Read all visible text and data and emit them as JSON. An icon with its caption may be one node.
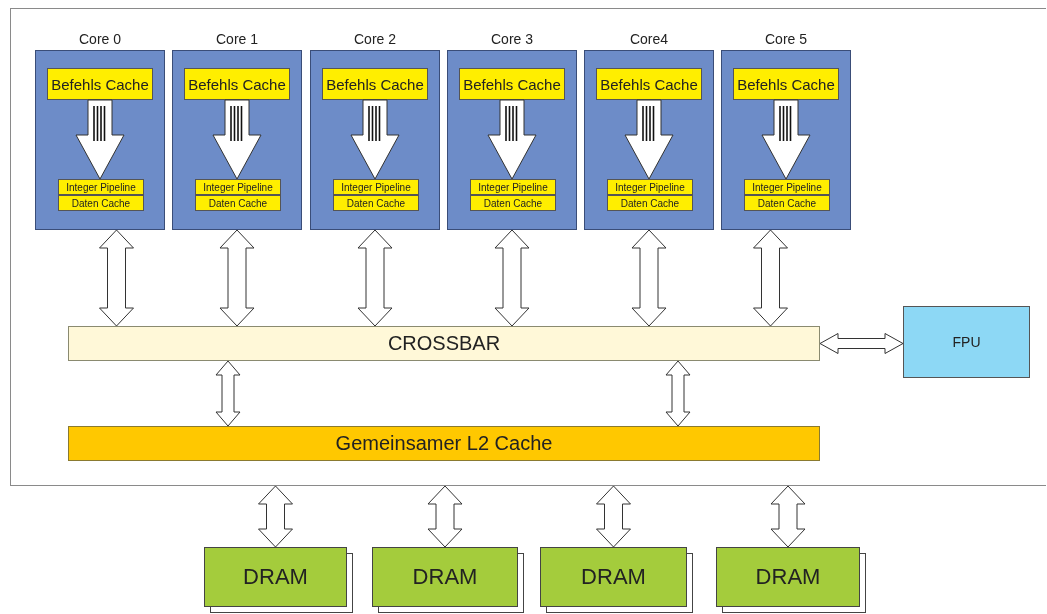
{
  "diagram": {
    "nodes": [
      {
        "text": [],
        "shape": "box"
      },
      {
        "text": [
          "Core 0"
        ],
        "in": 0
      },
      {
        "text": [
          "Befehls Cache"
        ],
        "in": 1
      },
      {
        "text": [
          "Integer Pipeline"
        ],
        "in": 1
      },
      {
        "text": [
          "Daten Cache"
        ],
        "in": 1
      },
      {
        "text": [
          "Core 1"
        ],
        "in": 0
      },
      {
        "text": [
          "Befehls Cache"
        ],
        "in": 5
      },
      {
        "text": [
          "Integer Pipeline"
        ],
        "in": 5
      },
      {
        "text": [
          "Daten Cache"
        ],
        "in": 5
      },
      {
        "text": [
          "Core 2"
        ],
        "in": 0
      },
      {
        "text": [
          "Befehls Cache"
        ],
        "in": 9
      },
      {
        "text": [
          "Integer Pipeline"
        ],
        "in": 9
      },
      {
        "text": [
          "Daten Cache"
        ],
        "in": 9
      },
      {
        "text": [
          "Core 3"
        ],
        "in": 0
      },
      {
        "text": [
          "Befehls Cache"
        ],
        "in": 13
      },
      {
        "text": [
          "Integer Pipeline"
        ],
        "in": 13
      },
      {
        "text": [
          "Daten Cache"
        ],
        "in": 13
      },
      {
        "text": [
          "Core4"
        ],
        "in": 0
      },
      {
        "text": [
          "Befehls Cache"
        ],
        "in": 17
      },
      {
        "text": [
          "Integer Pipeline"
        ],
        "in": 17
      },
      {
        "text": [
          "Daten Cache"
        ],
        "in": 17
      },
      {
        "text": [
          "Core 5"
        ],
        "in": 0
      },
      {
        "text": [
          "Befehls Cache"
        ],
        "in": 21
      },
      {
        "text": [
          "Integer Pipeline"
        ],
        "in": 21
      },
      {
        "text": [
          "Daten Cache"
        ],
        "in": 21
      },
      {
        "text": [
          "CROSSBAR"
        ],
        "in": 0
      },
      {
        "text": [
          "FPU"
        ],
        "in": 0
      },
      {
        "text": [
          "Gemeinsamer L2 Cache"
        ],
        "in": 0
      },
      {
        "text": [
          "DRAM"
        ]
      },
      {
        "text": [
          "DRAM"
        ]
      },
      {
        "text": [
          "DRAM"
        ]
      },
      {
        "text": [
          "DRAM"
        ]
      }
    ],
    "edges": [
      {
        "from": 2,
        "to": 3,
        "arrow": "to"
      },
      {
        "from": 6,
        "to": 7,
        "arrow": "to"
      },
      {
        "from": 10,
        "to": 11,
        "arrow": "to"
      },
      {
        "from": 14,
        "to": 15,
        "arrow": "to"
      },
      {
        "from": 18,
        "to": 19,
        "arrow": "to"
      },
      {
        "from": 22,
        "to": 23,
        "arrow": "to"
      },
      {
        "from": 1,
        "to": 25,
        "arrow": "both"
      },
      {
        "from": 5,
        "to": 25,
        "arrow": "both"
      },
      {
        "from": 9,
        "to": 25,
        "arrow": "both"
      },
      {
        "from": 13,
        "to": 25,
        "arrow": "both"
      },
      {
        "from": 17,
        "to": 25,
        "arrow": "both"
      },
      {
        "from": 21,
        "to": 25,
        "arrow": "both"
      },
      {
        "from": 25,
        "to": 26,
        "arrow": "both"
      },
      {
        "from": 25,
        "to": 27,
        "arrow": "both"
      },
      {
        "from": 25,
        "to": 27,
        "arrow": "both"
      },
      {
        "from": 0,
        "to": 28,
        "arrow": "both"
      },
      {
        "from": 0,
        "to": 29,
        "arrow": "both"
      },
      {
        "from": 0,
        "to": 30,
        "arrow": "both"
      },
      {
        "from": 0,
        "to": 31,
        "arrow": "both"
      }
    ]
  }
}
